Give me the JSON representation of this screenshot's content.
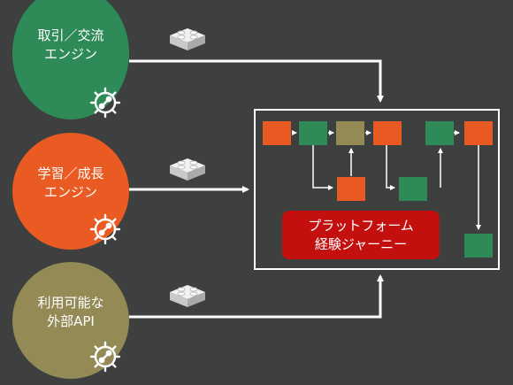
{
  "engines": [
    {
      "line1": "取引／交流",
      "line2": "エンジン",
      "color": "#2e8b57",
      "icon": "gear-link-icon"
    },
    {
      "line1": "学習／成長",
      "line2": "エンジン",
      "color": "#ea5a23",
      "icon": "gear-link-icon"
    },
    {
      "line1": "利用可能な",
      "line2": "外部API",
      "color": "#938a55",
      "icon": "gear-link-icon"
    }
  ],
  "journey": {
    "line1": "プラットフォーム",
    "line2": "経験ジャーニー",
    "color": "#c40f0f"
  },
  "colors": {
    "background": "#3d403f",
    "orange": "#ea5a23",
    "green": "#2e8b57",
    "olive": "#938a55",
    "arrow": "#ffffff"
  },
  "icons": {
    "connector": "lego-brick-icon"
  }
}
